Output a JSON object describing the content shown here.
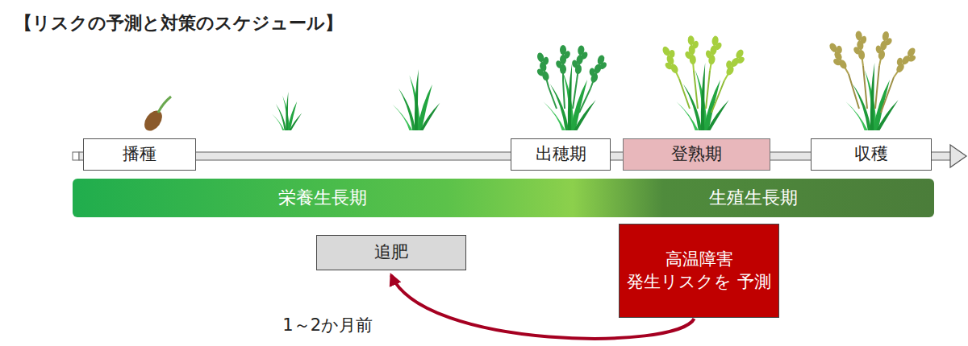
{
  "diagram": {
    "title": "【リスクの予測と対策のスケジュール】",
    "nodes": [
      {
        "text": [
          "播種"
        ]
      },
      {
        "text": [
          "出穂期"
        ]
      },
      {
        "text": [
          "登熟期"
        ]
      },
      {
        "text": [
          "収穫"
        ]
      },
      {
        "text": [
          "栄養生長期"
        ]
      },
      {
        "text": [
          "生殖生長期"
        ]
      },
      {
        "text": [
          "追肥"
        ]
      },
      {
        "text": [
          "高温障害 発生リスクを 予測"
        ]
      }
    ],
    "edges": [
      {
        "from": 7,
        "to": 6,
        "arrow": "to",
        "label": "1～2か月前"
      }
    ]
  }
}
